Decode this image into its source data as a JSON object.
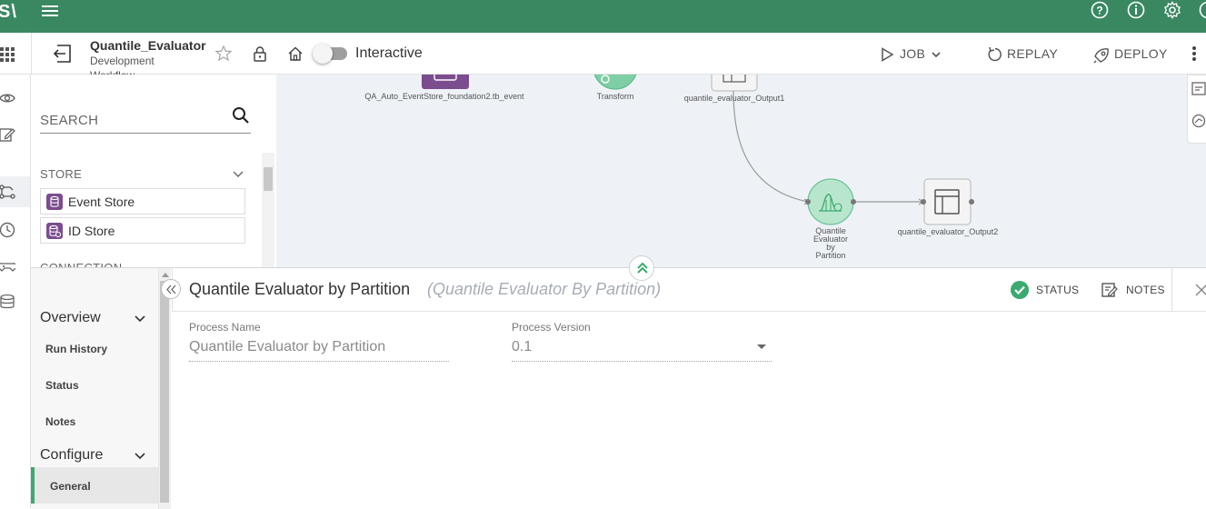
{
  "app": {
    "logo_text": "S\\",
    "title": "Quantile_Evaluator",
    "subtitle_line1": "Development",
    "subtitle_line2": "Workflow",
    "interactive_label": "Interactive"
  },
  "header_actions": {
    "job_label": "JOB",
    "replay_label": "REPLAY",
    "deploy_label": "DEPLOY"
  },
  "palette": {
    "search_placeholder": "SEARCH",
    "store_label": "STORE",
    "store_items": [
      {
        "label": "Event Store"
      },
      {
        "label": "ID Store"
      }
    ],
    "connection_label": "CONNECTION"
  },
  "canvas": {
    "nodes": [
      {
        "label": "QA_Auto_EventStore_foundation2.tb_event"
      },
      {
        "label": "Transform"
      },
      {
        "label": "quantile_evaluator_Output1"
      },
      {
        "label_lines": [
          "Quantile",
          "Evaluator",
          "by",
          "Partition"
        ]
      },
      {
        "label": "quantile_evaluator_Output2"
      }
    ]
  },
  "nav": {
    "overview_label": "Overview",
    "overview_items": [
      "Run History",
      "Status",
      "Notes"
    ],
    "configure_label": "Configure",
    "general_label": "General"
  },
  "detail": {
    "title": "Quantile Evaluator by Partition",
    "subtitle": "(Quantile Evaluator By Partition)",
    "status_label": "STATUS",
    "notes_label": "NOTES",
    "process_name_label": "Process Name",
    "process_name_value": "Quantile Evaluator by Partition",
    "process_version_label": "Process Version",
    "process_version_value": "0.1"
  },
  "colors": {
    "topbar": "#3a8862",
    "accent_green": "#3aaa6e",
    "store_icon": "#7b4c8e"
  }
}
